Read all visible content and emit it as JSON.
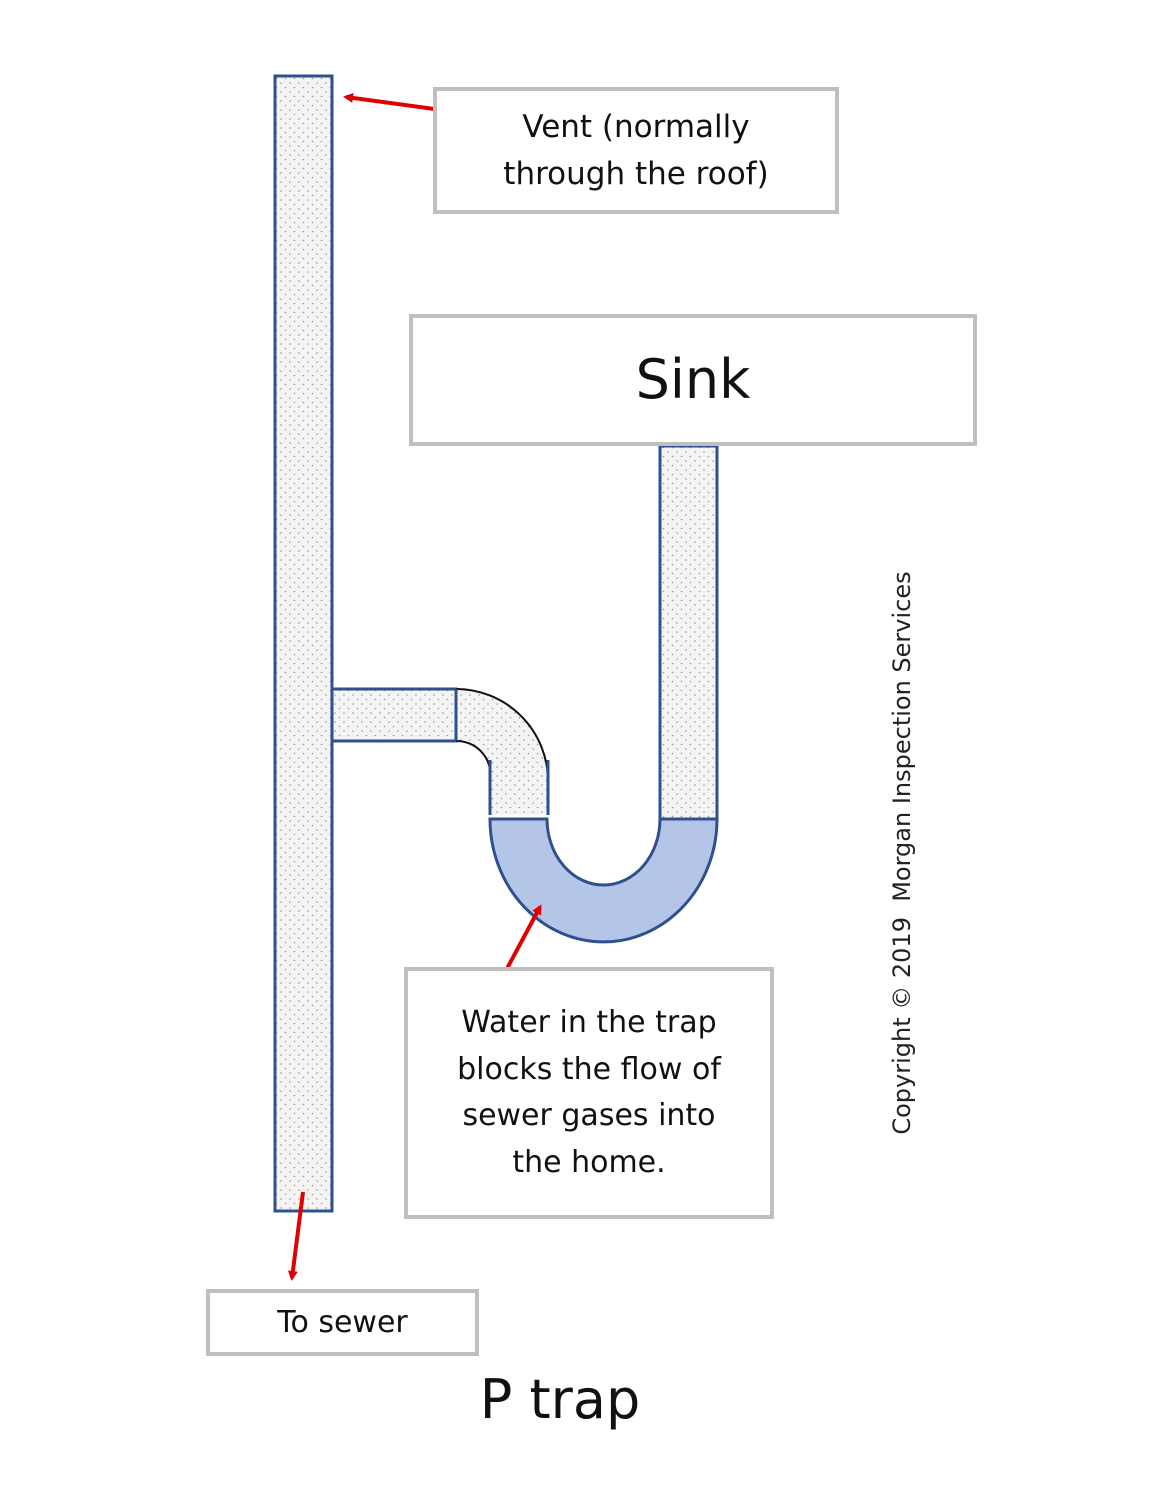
{
  "title": "P trap",
  "labels": {
    "vent": "Vent (normally\nthrough the roof)",
    "sink": "Sink",
    "water": "Water in the trap\nblocks the flow of\nsewer gases into\nthe home.",
    "sewer": "To sewer"
  },
  "copyright": "Copyright © 2019  Morgan Inspection Services",
  "colors": {
    "pipe_outline": "#2f4f8f",
    "pipe_fill": "#f3f3f3",
    "water_fill": "#b4c6e7",
    "arrow": "#e00000",
    "box_border": "#bfbfbf"
  }
}
